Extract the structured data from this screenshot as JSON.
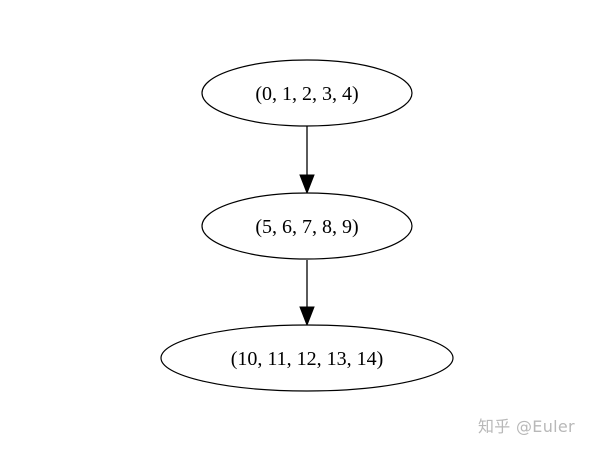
{
  "diagram": {
    "type": "directed-graph",
    "nodes": [
      {
        "id": "n0",
        "label": "(0, 1, 2, 3, 4)"
      },
      {
        "id": "n1",
        "label": "(5, 6, 7, 8, 9)"
      },
      {
        "id": "n2",
        "label": "(10, 11, 12, 13, 14)"
      }
    ],
    "edges": [
      {
        "from": "n0",
        "to": "n1"
      },
      {
        "from": "n1",
        "to": "n2"
      }
    ],
    "colors": {
      "stroke": "#000000",
      "fill": "#ffffff",
      "watermark": "#b8b8b8"
    }
  },
  "watermark": {
    "text": "知乎 @Euler"
  }
}
